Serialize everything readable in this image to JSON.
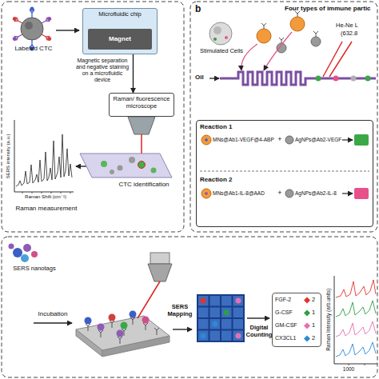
{
  "diagram": {
    "nodes": [
      {
        "text": [
          "Labeled CTC",
          "Magnetic separation and negative staining on a microfluidic device",
          "CTC identification",
          "Raman measurement"
        ]
      },
      {
        "text": [
          "Microfluidic chip"
        ],
        "in": 0
      },
      {
        "text": [
          "Magnet"
        ],
        "in": 1
      },
      {
        "text": [
          "Raman/ fluorescence microscope"
        ],
        "in": 0
      },
      {
        "text": [
          "b",
          "Four types of immune partic",
          "Stimulated Cells",
          "Oil",
          "He-Ne L",
          "(632.8"
        ]
      },
      {
        "text": [
          "Reaction 1",
          "MNs@Ab1-VEGF@4-ABP",
          "+",
          "AgNPs@Ab2-VEGF",
          "Reaction 2",
          "MNs@Ab1-IL-8@AAD",
          "+",
          "AgNPs@Ab2-IL-8"
        ],
        "in": 4
      },
      {
        "text": [
          "SERS nanotags",
          "Incubation",
          "SERS Mapping",
          "Digital Counting"
        ]
      },
      {
        "text": [
          "FGF-2",
          "2",
          "G-CSF",
          "1",
          "GM-CSF",
          "1",
          "CX3CL1",
          "2"
        ],
        "in": 6
      }
    ],
    "edges": [
      {
        "from": 1,
        "to": 3,
        "arrow": "to"
      }
    ],
    "labels": [
      "SERS intensity (a.u.)",
      "Raman Shift (cm⁻¹)",
      "Raman Intensity (arb.units)",
      "1000"
    ]
  }
}
